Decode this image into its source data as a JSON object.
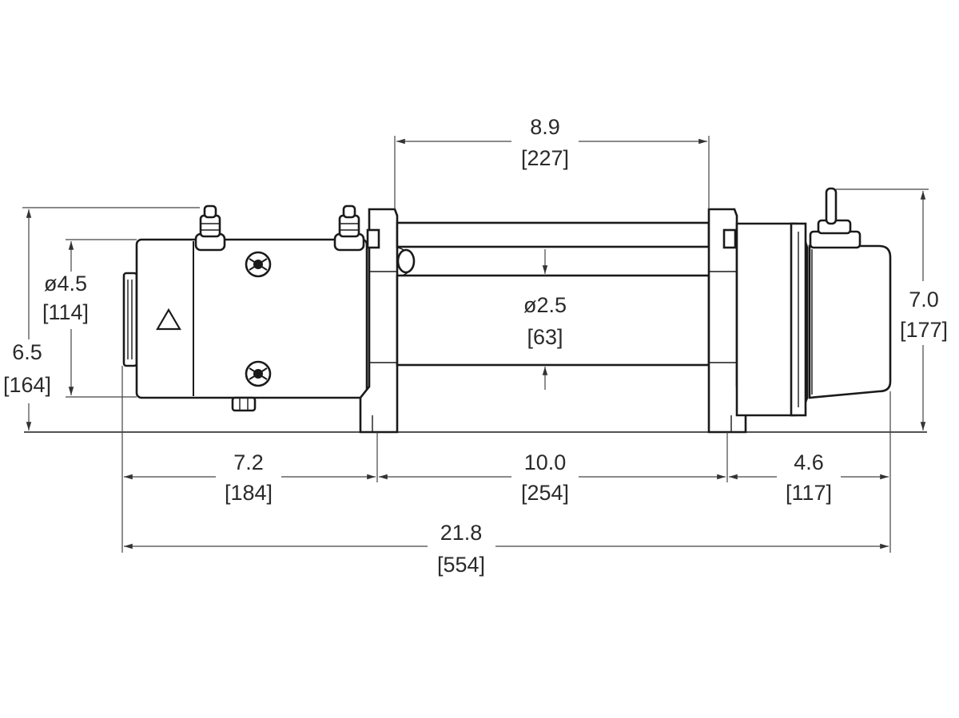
{
  "dimensions": {
    "top_span": {
      "value": "8.9",
      "metric": "[227]"
    },
    "motor_dia": {
      "value": "ø4.5",
      "metric": "[114]"
    },
    "base_to_motor_top": {
      "value": "6.5",
      "metric": "[164]"
    },
    "drum_dia": {
      "value": "ø2.5",
      "metric": "[63]"
    },
    "overall_height": {
      "value": "7.0",
      "metric": "[177]"
    },
    "motor_length": {
      "value": "7.2",
      "metric": "[184]"
    },
    "drum_length": {
      "value": "10.0",
      "metric": "[254]"
    },
    "gearbox_length": {
      "value": "4.6",
      "metric": "[117]"
    },
    "overall_length": {
      "value": "21.8",
      "metric": "[554]"
    }
  },
  "colors": {
    "line": "#1a1a1a",
    "text": "#2a2a2a",
    "background": "#ffffff"
  }
}
